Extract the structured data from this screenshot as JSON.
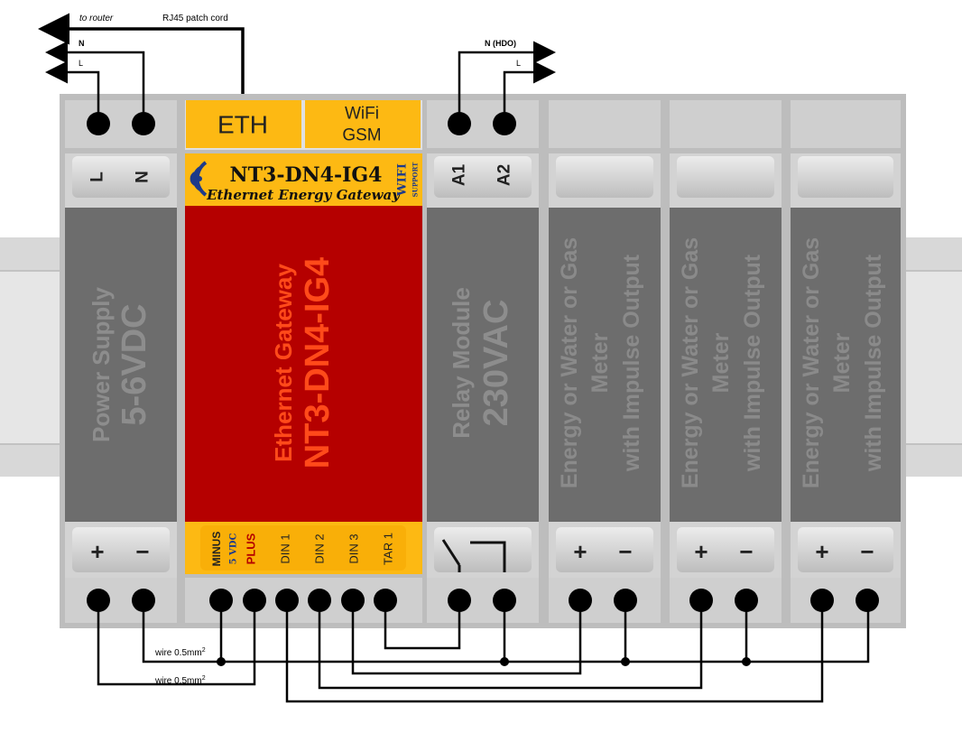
{
  "top_labels": {
    "to_router": "to router",
    "rj45": "RJ45 patch cord",
    "n": "N",
    "l": "L",
    "n_hdo": "N (HDO)",
    "l_right": "L"
  },
  "power_supply": {
    "term_l": "L",
    "term_n": "N",
    "title": "Power Supply",
    "voltage": "5-6VDC",
    "plus": "+",
    "minus": "−"
  },
  "gateway": {
    "eth": "ETH",
    "wifi": "WiFi",
    "gsm": "GSM",
    "model": "NT3-DN4-IG4",
    "subtitle": "Ethernet Energy Gateway",
    "wifi_badge": "WIFI",
    "support_badge": "SUPPORT",
    "title": "Ethernet Gateway",
    "big_model": "NT3-DN4-IG4",
    "bottom_terms": [
      "MINUS",
      "5 VDC",
      "PLUS",
      "DIN 1",
      "DIN 2",
      "DIN 3",
      "TAR 1"
    ]
  },
  "relay": {
    "a1": "A1",
    "a2": "A2",
    "title": "Relay Module",
    "voltage": "230VAC"
  },
  "meters": [
    {
      "line1": "Energy or Water or Gas",
      "line2": "Meter",
      "line3": "with Impulse Output",
      "plus": "+",
      "minus": "−"
    },
    {
      "line1": "Energy or Water or Gas",
      "line2": "Meter",
      "line3": "with Impulse Output",
      "plus": "+",
      "minus": "−"
    },
    {
      "line1": "Energy or Water or Gas",
      "line2": "Meter",
      "line3": "with Impulse Output",
      "plus": "+",
      "minus": "−"
    }
  ],
  "wire_labels": {
    "w1": "wire 0.5mm",
    "w2": "wire 0.5mm",
    "sup": "2"
  },
  "colors": {
    "red_body": "#b50000",
    "orange": "#fdb913",
    "module_gray": "#6d6d6d",
    "text_gray": "#8a8a8a",
    "accent_text": "#ff4a1a"
  }
}
